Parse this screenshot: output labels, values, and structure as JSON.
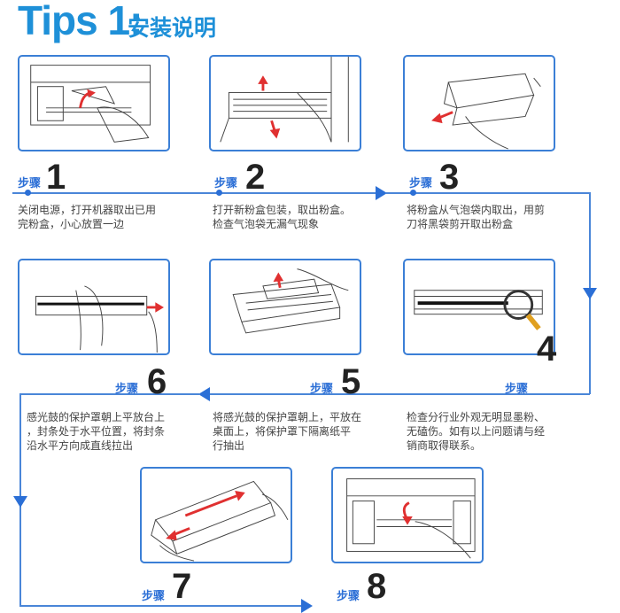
{
  "title": {
    "main": "Tips 1:",
    "sub": "安装说明"
  },
  "step_label": "步骤",
  "steps": [
    {
      "num": "1",
      "desc_1": "关闭电源，打开机器取出已用",
      "desc_2": "完粉盒，小心放置一边"
    },
    {
      "num": "2",
      "desc_1": "打开新粉盒包装，取出粉盒。",
      "desc_2": "检查气泡袋无漏气现象"
    },
    {
      "num": "3",
      "desc_1": "将粉盒从气泡袋内取出，用剪",
      "desc_2": "刀将黑袋剪开取出粉盒"
    },
    {
      "num": "4",
      "desc_1": "检查分行业外观无明显墨粉、",
      "desc_2": "无磕伤。如有以上问题请与经",
      "desc_3": "销商取得联系。"
    },
    {
      "num": "5",
      "desc_1": "将感光鼓的保护罩朝上，平放在",
      "desc_2": "桌面上，将保护罩下隔离纸平",
      "desc_3": "行抽出"
    },
    {
      "num": "6",
      "desc_1": "感光鼓的保护罩朝上平放台上",
      "desc_2": "，封条处于水平位置，将封条",
      "desc_3": "沿水平方向成直线拉出"
    },
    {
      "num": "7"
    },
    {
      "num": "8"
    }
  ],
  "colors": {
    "accent": "#1e90d8",
    "line": "#4a86d8",
    "arrow": "#e03030"
  }
}
